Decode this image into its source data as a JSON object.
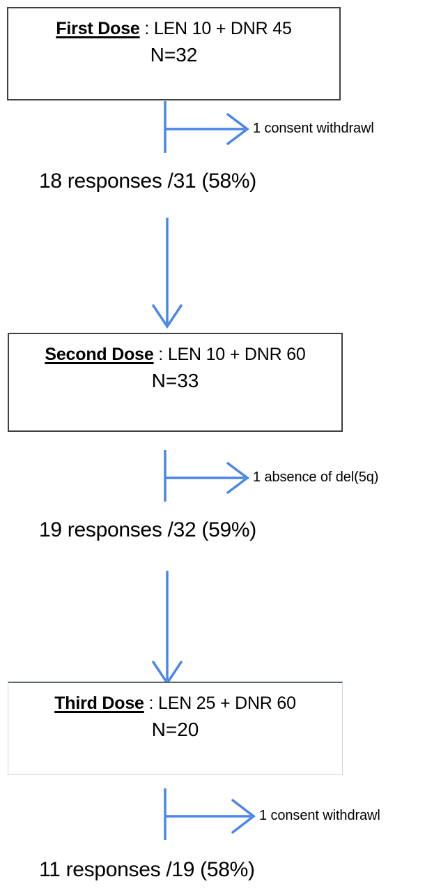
{
  "diagram": {
    "title": "Dose escalation response flowchart",
    "accent_color": "#4a86e8",
    "box_border_color": "#3f3f3f",
    "text_color": "#000000",
    "boxes": [
      {
        "id": "first-dose",
        "name_label": "First Dose",
        "separator": " : ",
        "regimen": "LEN 10 + DNR 45",
        "n_label": "N=32",
        "n_value": 32
      },
      {
        "id": "second-dose",
        "name_label": "Second Dose",
        "separator": " : ",
        "regimen": "LEN 10 + DNR 60",
        "n_label": "N=33",
        "n_value": 33
      },
      {
        "id": "third-dose",
        "name_label": "Third Dose",
        "separator": " : ",
        "regimen": "LEN 25 + DNR 60",
        "n_label": "N=20",
        "n_value": 20
      }
    ],
    "branches": [
      {
        "id": "branch-1",
        "label": "1 consent withdrawl",
        "count": 1
      },
      {
        "id": "branch-2",
        "label": "1 absence of del(5q)",
        "count": 1
      },
      {
        "id": "branch-3",
        "label": "1 consent withdrawl",
        "count": 1
      }
    ],
    "responses": [
      {
        "id": "response-1",
        "text": "18 responses /31 (58%)",
        "responders": 18,
        "evaluable": 31,
        "percent": 58
      },
      {
        "id": "response-2",
        "text": "19 responses /32 (59%)",
        "responders": 19,
        "evaluable": 32,
        "percent": 59
      },
      {
        "id": "response-3",
        "text": "11 responses /19 (58%)",
        "responders": 11,
        "evaluable": 19,
        "percent": 58
      }
    ]
  }
}
